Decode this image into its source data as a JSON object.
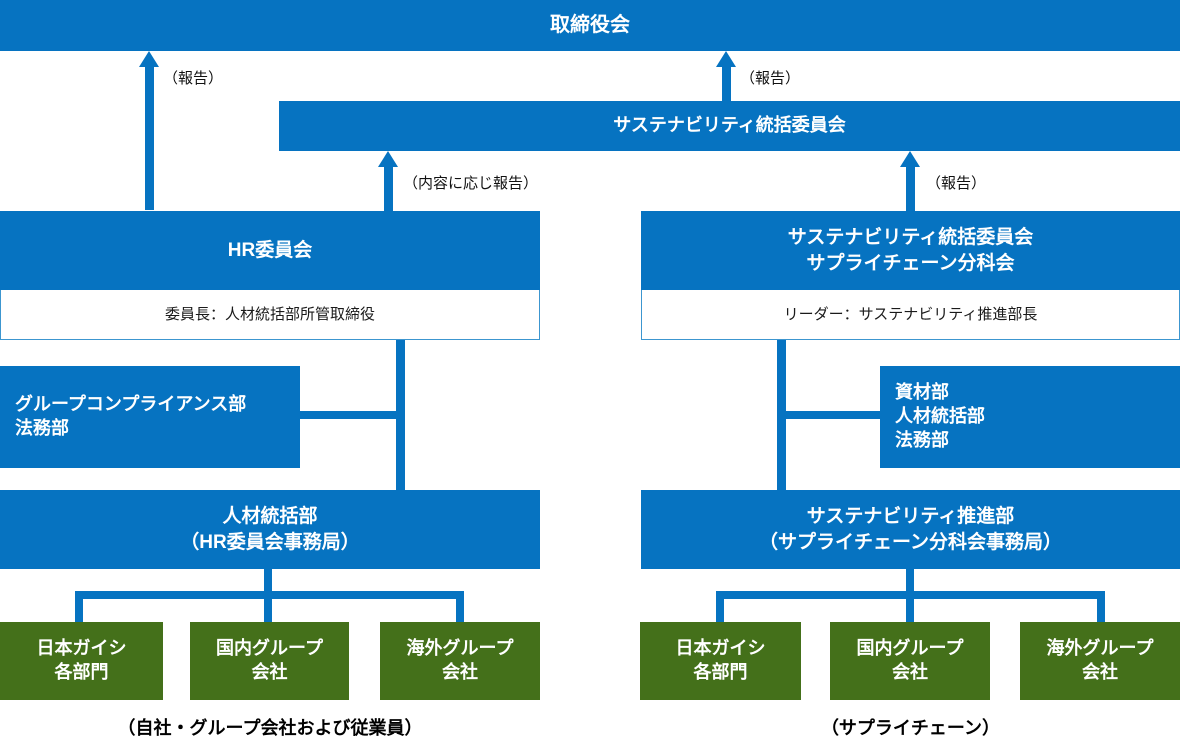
{
  "colors": {
    "blue": "#0673c1",
    "green": "#44701a",
    "white": "#ffffff",
    "text_dark": "#111111",
    "sub_border": "#3c96d0"
  },
  "nodes": {
    "board": "取締役会",
    "sustainability_committee": "サステナビリティ統括委員会",
    "hr_committee": {
      "title": "HR委員会",
      "sub": "委員長：人材統括部所管取締役"
    },
    "sc_subcommittee": {
      "title": "サステナビリティ統括委員会\nサプライチェーン分科会",
      "sub": "リーダー：サステナビリティ推進部長"
    },
    "left_departments": "グループコンプライアンス部\n法務部",
    "right_departments": "資材部\n人材統括部\n法務部",
    "hr_secretariat": "人材統括部\n（HR委員会事務局）",
    "sustainability_dept": "サステナビリティ推進部\n（サプライチェーン分科会事務局）"
  },
  "arrow_labels": {
    "report_board_left": "（報告）",
    "report_board_right": "（報告）",
    "report_as_needed": "（内容に応じ報告）",
    "report_sub": "（報告）"
  },
  "leaves": {
    "left": [
      "日本ガイシ\n各部門",
      "国内グループ\n会社",
      "海外グループ\n会社"
    ],
    "right": [
      "日本ガイシ\n各部門",
      "国内グループ\n会社",
      "海外グループ\n会社"
    ]
  },
  "captions": {
    "left": "（自社・グループ会社および従業員）",
    "right": "（サプライチェーン）"
  }
}
